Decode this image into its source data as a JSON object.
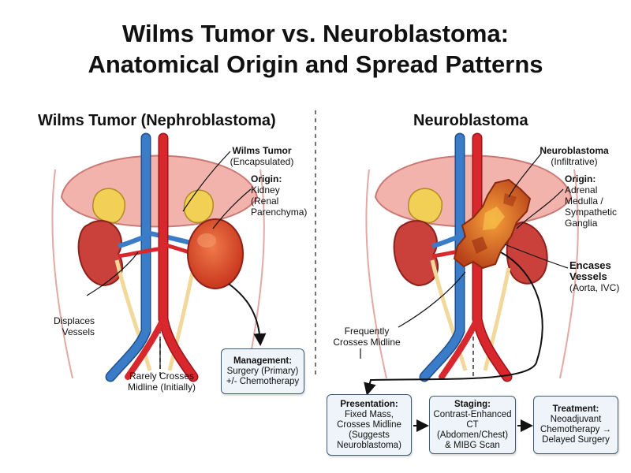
{
  "title_line1": "Wilms Tumor vs. Neuroblastoma:",
  "title_line2": "Anatomical Origin and Spread Patterns",
  "left": {
    "heading": "Wilms Tumor (Nephroblastoma)",
    "tumor_name": "Wilms Tumor",
    "tumor_type": "(Encapsulated)",
    "origin_label": "Origin:",
    "origin_line1": "Kidney",
    "origin_line2": "(Renal",
    "origin_line3": "Parenchyma)",
    "displaces_line1": "Displaces",
    "displaces_line2": "Vessels",
    "midline_line1": "Rarely Crosses",
    "midline_line2": "Midline (Initially)",
    "management_title": "Management:",
    "management_line1": "Surgery (Primary)",
    "management_line2": "+/- Chemotherapy"
  },
  "right": {
    "heading": "Neuroblastoma",
    "tumor_name": "Neuroblastoma",
    "tumor_type": "(Infiltrative)",
    "origin_label": "Origin:",
    "origin_line1": "Adrenal",
    "origin_line2": "Medulla /",
    "origin_line3": "Sympathetic",
    "origin_line4": "Ganglia",
    "encases_line1": "Encases",
    "encases_line2": "Vessels",
    "encases_line3": "(Aorta, IVC)",
    "crosses_line1": "Frequently",
    "crosses_line2": "Crosses Midline"
  },
  "flow": {
    "presentation_title": "Presentation:",
    "presentation_line1": "Fixed Mass,",
    "presentation_line2": "Crosses Midline",
    "presentation_line3": "(Suggests",
    "presentation_line4": "Neuroblastoma)",
    "staging_title": "Staging:",
    "staging_line1": "Contrast-Enhanced",
    "staging_line2": "CT (Abdomen/Chest)",
    "staging_line3": "& MIBG Scan",
    "treatment_title": "Treatment:",
    "treatment_line1": "Neoadjuvant",
    "treatment_line2": "Chemotherapy →",
    "treatment_line3": "Delayed Surgery"
  },
  "colors": {
    "aorta": "#d9272e",
    "ivc": "#2f6fb8",
    "kidney": "#c9413a",
    "adrenal": "#f2cf55",
    "liver": "#f0a5a0",
    "wilms_tumor": "#e2552c",
    "neuroblastoma": "#e0661c",
    "box_fill": "#eef4f9"
  }
}
